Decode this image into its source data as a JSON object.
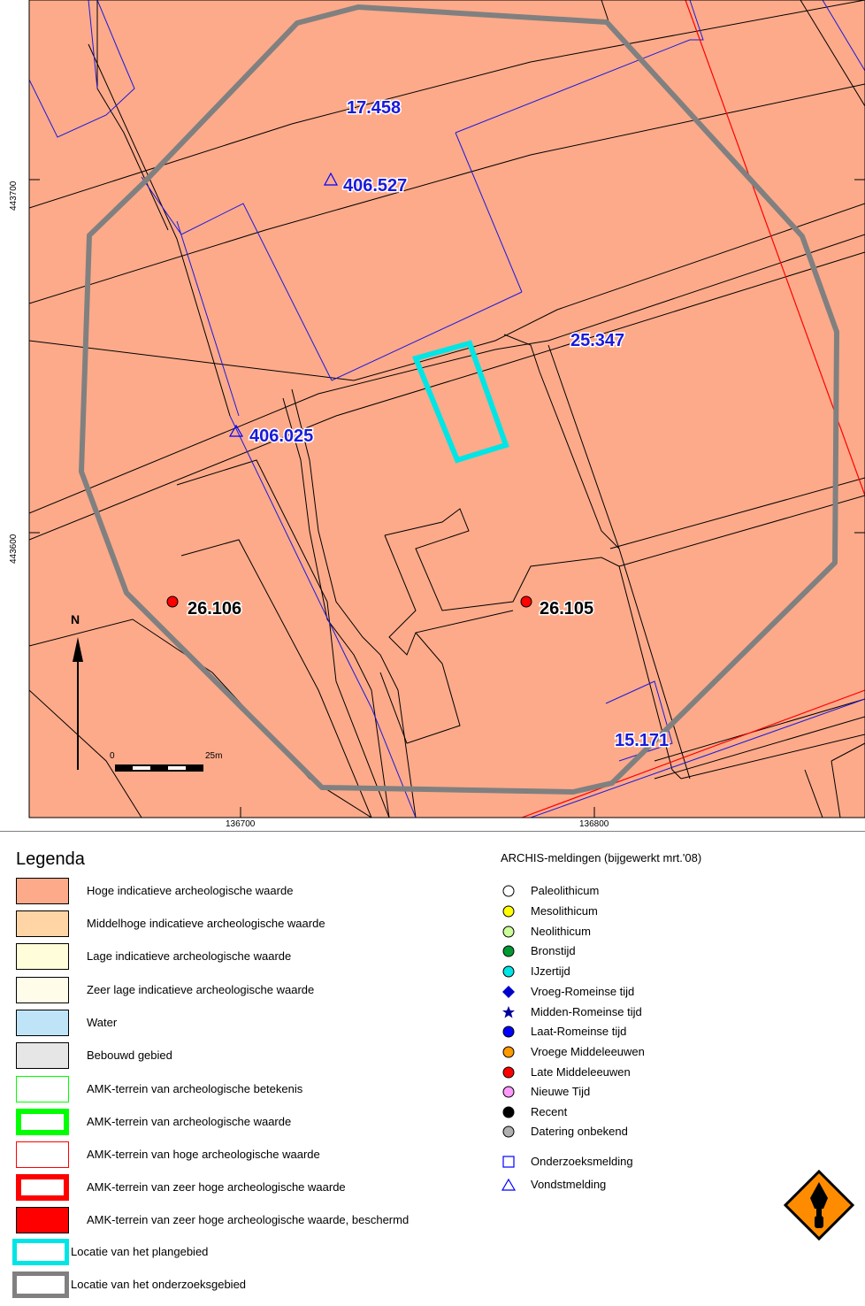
{
  "map": {
    "y_ticks": [
      "443700",
      "443600"
    ],
    "x_ticks": [
      "136700",
      "136800"
    ],
    "parcel_labels": [
      "17.458",
      "406.527",
      "25.347",
      "406.025",
      "26.106",
      "26.105",
      "15.171"
    ],
    "north_label": "N",
    "scale_start": "0",
    "scale_end": "25m",
    "colors": {
      "land": "#fdaa8a",
      "parcel_outline": "#000000",
      "survey_outline": "#1a1adc",
      "amk_red": "#ff0000",
      "plan_area": "#00e5e5",
      "research_area": "#808080"
    }
  },
  "legend": {
    "title": "Legenda",
    "items": [
      {
        "label": "Hoge indicatieve archeologische waarde",
        "fill": "#fdaa8a",
        "border": "#000000"
      },
      {
        "label": "Middelhoge indicatieve archeologische waarde",
        "fill": "#ffd5a6",
        "border": "#000000"
      },
      {
        "label": "Lage indicatieve archeologische waarde",
        "fill": "#fffdda",
        "border": "#000000"
      },
      {
        "label": "Zeer lage indicatieve archeologische waarde",
        "fill": "#fffde9",
        "border": "#000000"
      },
      {
        "label": "Water",
        "fill": "#bfe4f8",
        "border": "#000000"
      },
      {
        "label": "Bebouwd gebied",
        "fill": "#e6e6e6",
        "border": "#000000"
      },
      {
        "label": "AMK-terrein van archeologische betekenis",
        "fill": "#ffffff",
        "border": "#00ff00"
      },
      {
        "label": "AMK-terrein van archeologische waarde",
        "fill": "#ffffff",
        "border": "#00ff00"
      },
      {
        "label": "AMK-terrein van hoge archeologische waarde",
        "fill": "#ffffff",
        "border": "#ff0000"
      },
      {
        "label": "AMK-terrein van zeer hoge archeologische waarde",
        "fill": "#ffffff",
        "border": "#ff0000"
      },
      {
        "label": "AMK-terrein van zeer hoge archeologische waarde, beschermd",
        "fill": "#ff0000",
        "border": "#000000"
      },
      {
        "label": "Locatie van het plangebied",
        "fill": "#ffffff",
        "border": "#00e5e5"
      },
      {
        "label": "Locatie van het onderzoeksgebied",
        "fill": "#ffffff",
        "border": "#808080"
      }
    ]
  },
  "archis": {
    "title": "ARCHIS-meldingen (bijgewerkt mrt.'08)",
    "items": [
      {
        "label": "Paleolithicum",
        "shape": "circle",
        "color": "#ffffff"
      },
      {
        "label": "Mesolithicum",
        "shape": "circle",
        "color": "#ffff00"
      },
      {
        "label": "Neolithicum",
        "shape": "circle",
        "color": "#ccff99"
      },
      {
        "label": "Bronstijd",
        "shape": "circle",
        "color": "#009933"
      },
      {
        "label": "IJzertijd",
        "shape": "circle",
        "color": "#00e5e5"
      },
      {
        "label": "Vroeg-Romeinse tijd",
        "shape": "diamond",
        "color": "#0000cc"
      },
      {
        "label": "Midden-Romeinse tijd",
        "shape": "star",
        "color": "#000099"
      },
      {
        "label": "Laat-Romeinse tijd",
        "shape": "circle",
        "color": "#0000ff"
      },
      {
        "label": "Vroege Middeleeuwen",
        "shape": "circle",
        "color": "#ff9900"
      },
      {
        "label": "Late Middeleeuwen",
        "shape": "circle",
        "color": "#ff0000"
      },
      {
        "label": "Nieuwe Tijd",
        "shape": "circle",
        "color": "#ff99ff"
      },
      {
        "label": "Recent",
        "shape": "circle",
        "color": "#000000"
      },
      {
        "label": "Datering onbekend",
        "shape": "circle",
        "color": "#b0b0b0"
      },
      {
        "label": "Onderzoeksmelding",
        "shape": "square",
        "color": "#0000ff"
      },
      {
        "label": "Vondstmelding",
        "shape": "triangle",
        "color": "#0000ff"
      }
    ]
  },
  "logo": {
    "name": "trowel-sign-icon",
    "color": "#ff8c00"
  }
}
